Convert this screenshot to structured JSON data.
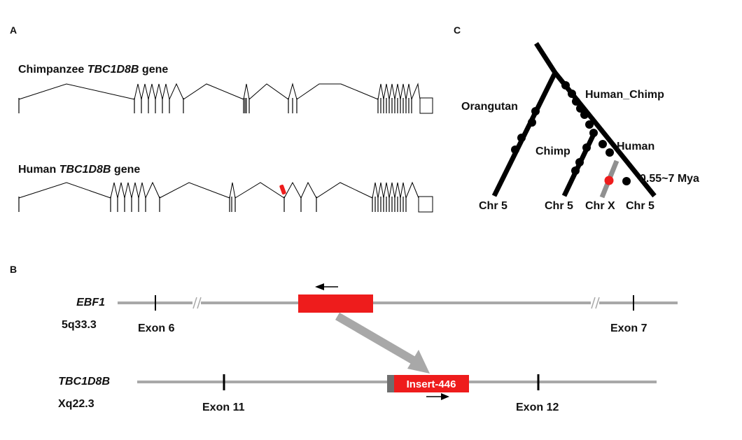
{
  "panels": {
    "a": {
      "label": "A",
      "chimp_gene": {
        "prefix": "Chimpanzee ",
        "gene": "TBC1D8B",
        "suffix": " gene"
      },
      "human_gene": {
        "prefix": "Human ",
        "gene": "TBC1D8B",
        "suffix": " gene"
      }
    },
    "b": {
      "label": "B",
      "ebf1": {
        "gene": "EBF1",
        "locus": "5q33.3",
        "exon_left": "Exon 6",
        "exon_right": "Exon 7"
      },
      "tbc": {
        "gene": "TBC1D8B",
        "locus": "Xq22.3",
        "exon_left": "Exon 11",
        "exon_right": "Exon 12",
        "insert": "Insert-446"
      }
    },
    "c": {
      "label": "C",
      "branches": {
        "human_chimp": "Human_Chimp",
        "orangutan": "Orangutan",
        "chimp": "Chimp",
        "human": "Human"
      },
      "time": "0.55~7 Mya",
      "tips": {
        "orangutan": "Chr 5",
        "chimp": "Chr 5",
        "human_x": "Chr X",
        "human": "Chr 5"
      }
    }
  },
  "colors": {
    "line": "#000000",
    "grey": "#a8a8a8",
    "dark_grey": "#6e6e6e",
    "highlight": "#ee1c1c"
  }
}
